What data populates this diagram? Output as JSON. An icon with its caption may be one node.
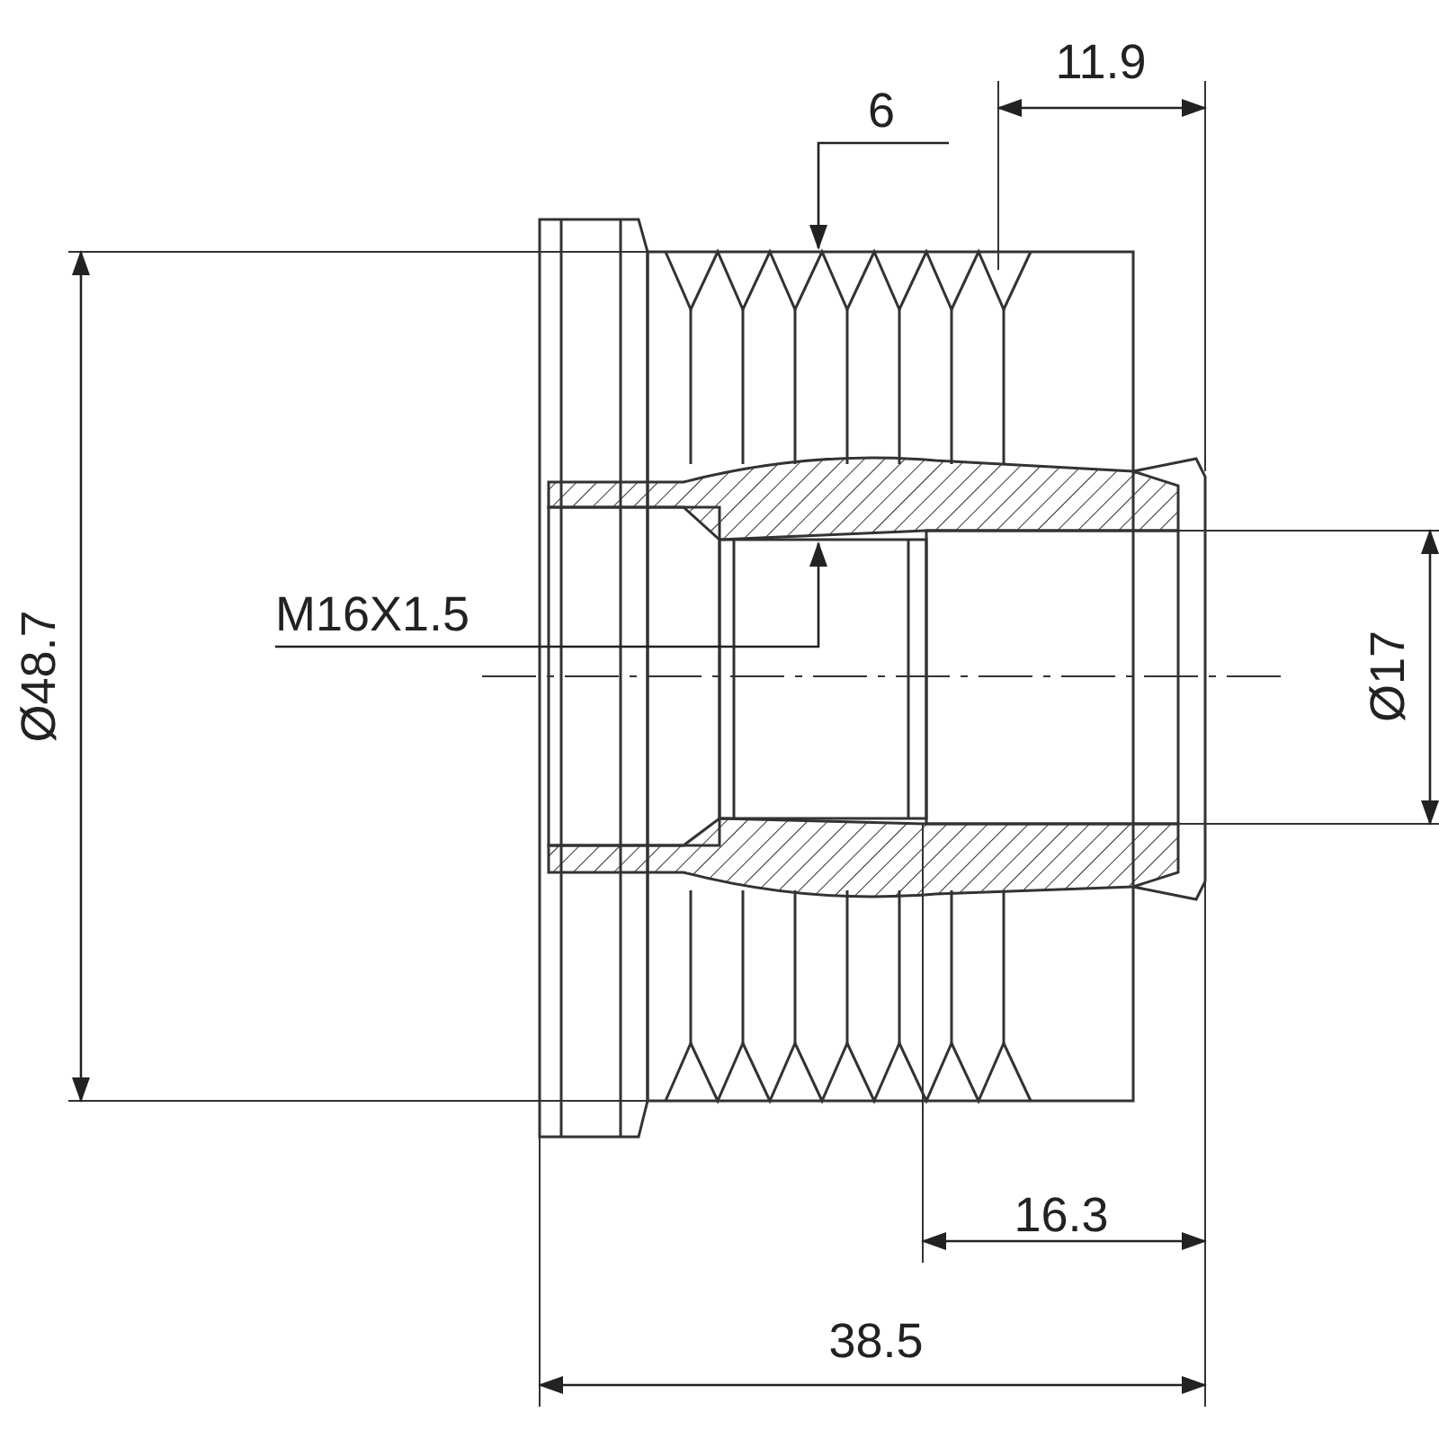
{
  "diagram": {
    "nodes": [
      {
        "text": [
          "6"
        ]
      },
      {
        "text": [
          "M16X1.5"
        ]
      }
    ],
    "edges": [
      {
        "from": 0,
        "to": null,
        "arrow": "to"
      },
      {
        "from": 1,
        "to": null,
        "arrow": "to"
      }
    ],
    "labels": [
      "11.9",
      "Ø48.7",
      "Ø17",
      "16.3",
      "38.5"
    ]
  }
}
